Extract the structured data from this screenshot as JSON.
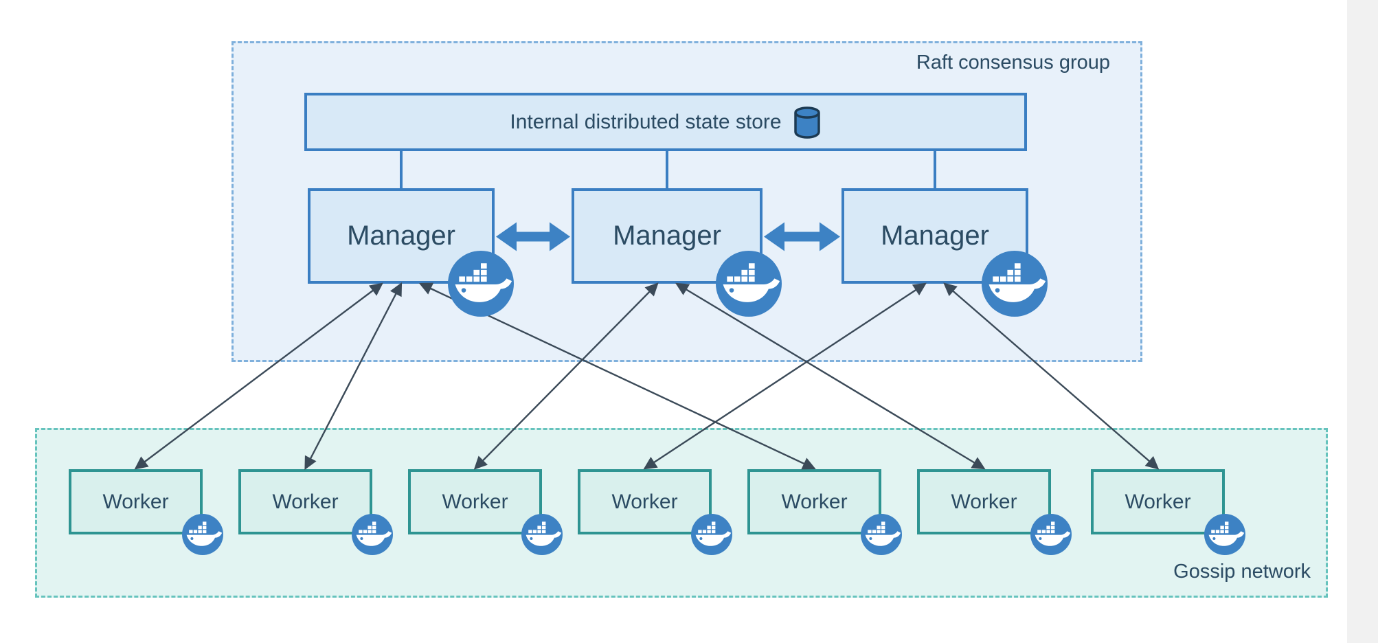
{
  "raft_group": {
    "label": "Raft consensus group",
    "state_store": {
      "label": "Internal distributed state store",
      "icon": "database-icon"
    },
    "managers": [
      {
        "label": "Manager",
        "icon": "docker-whale-icon"
      },
      {
        "label": "Manager",
        "icon": "docker-whale-icon"
      },
      {
        "label": "Manager",
        "icon": "docker-whale-icon"
      }
    ]
  },
  "gossip_network": {
    "label": "Gossip network",
    "workers": [
      {
        "label": "Worker",
        "icon": "docker-whale-icon"
      },
      {
        "label": "Worker",
        "icon": "docker-whale-icon"
      },
      {
        "label": "Worker",
        "icon": "docker-whale-icon"
      },
      {
        "label": "Worker",
        "icon": "docker-whale-icon"
      },
      {
        "label": "Worker",
        "icon": "docker-whale-icon"
      },
      {
        "label": "Worker",
        "icon": "docker-whale-icon"
      },
      {
        "label": "Worker",
        "icon": "docker-whale-icon"
      }
    ]
  },
  "connections": [
    {
      "manager": 0,
      "worker": 0
    },
    {
      "manager": 0,
      "worker": 1
    },
    {
      "manager": 0,
      "worker": 4
    },
    {
      "manager": 1,
      "worker": 2
    },
    {
      "manager": 1,
      "worker": 5
    },
    {
      "manager": 2,
      "worker": 3
    },
    {
      "manager": 2,
      "worker": 6
    }
  ],
  "manager_peer_links": [
    {
      "from": 0,
      "to": 1,
      "type": "bidirectional"
    },
    {
      "from": 1,
      "to": 2,
      "type": "bidirectional"
    }
  ],
  "colors": {
    "accent_blue": "#3d82c4",
    "blue_box_border": "#3a7ec2",
    "blue_box_fill": "#d8e9f7",
    "raft_fill": "#e8f1fa",
    "raft_dash_border": "#7fb0dc",
    "teal_box_border": "#2e9492",
    "teal_box_fill": "#d9f0ed",
    "gossip_fill": "#e2f4f2",
    "gossip_dash_border": "#66c3bd",
    "text": "#2b4b63",
    "connection_line": "#3b4a58",
    "db_icon_outline": "#1c3a53"
  }
}
